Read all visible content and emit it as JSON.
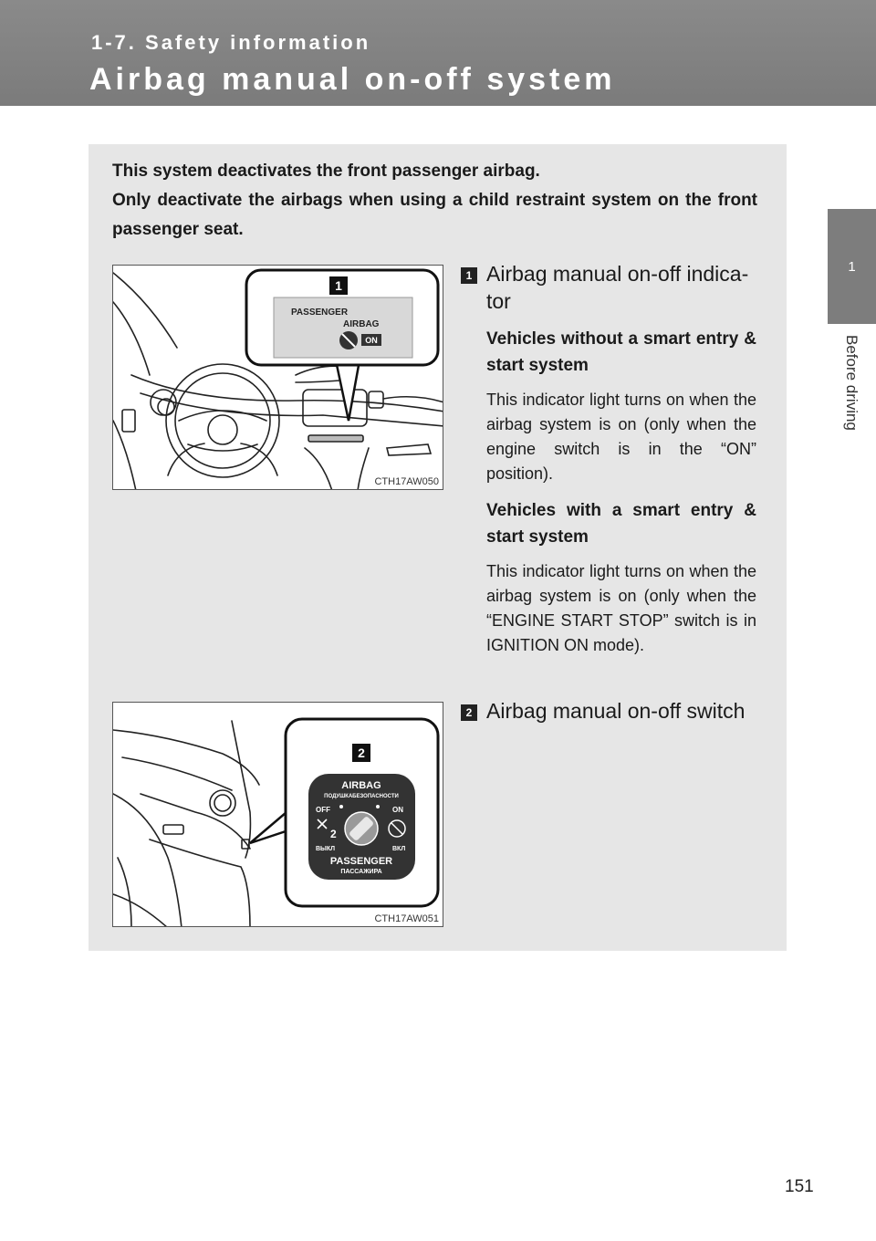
{
  "header": {
    "section": "1-7. Safety information",
    "title": "Airbag manual on-off system"
  },
  "side_tab": {
    "number": "1",
    "label": "Before driving"
  },
  "intro": {
    "line1": "This system deactivates the front passenger airbag.",
    "line2": "Only deactivate the airbags when using a child restraint system on the front passenger seat."
  },
  "figure1": {
    "code": "CTH17AW050",
    "callout_number": "1",
    "label_passenger": "PASSENGER",
    "label_airbag": "AIRBAG",
    "label_on": "ON"
  },
  "figure2": {
    "code": "CTH17AW051",
    "callout_number": "2",
    "label_airbag": "AIRBAG",
    "label_airbag_ru": "ПОДУШКАБЕЗОПАСНОСТИ",
    "label_off": "OFF",
    "label_on": "ON",
    "label_off_ru": "ВЫКЛ",
    "label_on_ru": "ВКЛ",
    "label_passenger": "PASSENGER",
    "label_passenger_ru": "ПАССАЖИРА",
    "label_seat_number": "2"
  },
  "item1": {
    "badge": "1",
    "title": "Airbag manual on-off indica-tor",
    "sub1": "Vehicles without a smart entry & start system",
    "text1": "This indicator light turns on when the airbag system is on (only when the engine switch is in the “ON” position).",
    "sub2": "Vehicles with a smart entry & start system",
    "text2": "This indicator light turns on when the airbag system is on (only when the “ENGINE START STOP” switch is in IGNITION ON mode)."
  },
  "item2": {
    "badge": "2",
    "title": "Airbag manual on-off switch"
  },
  "page_number": "151"
}
